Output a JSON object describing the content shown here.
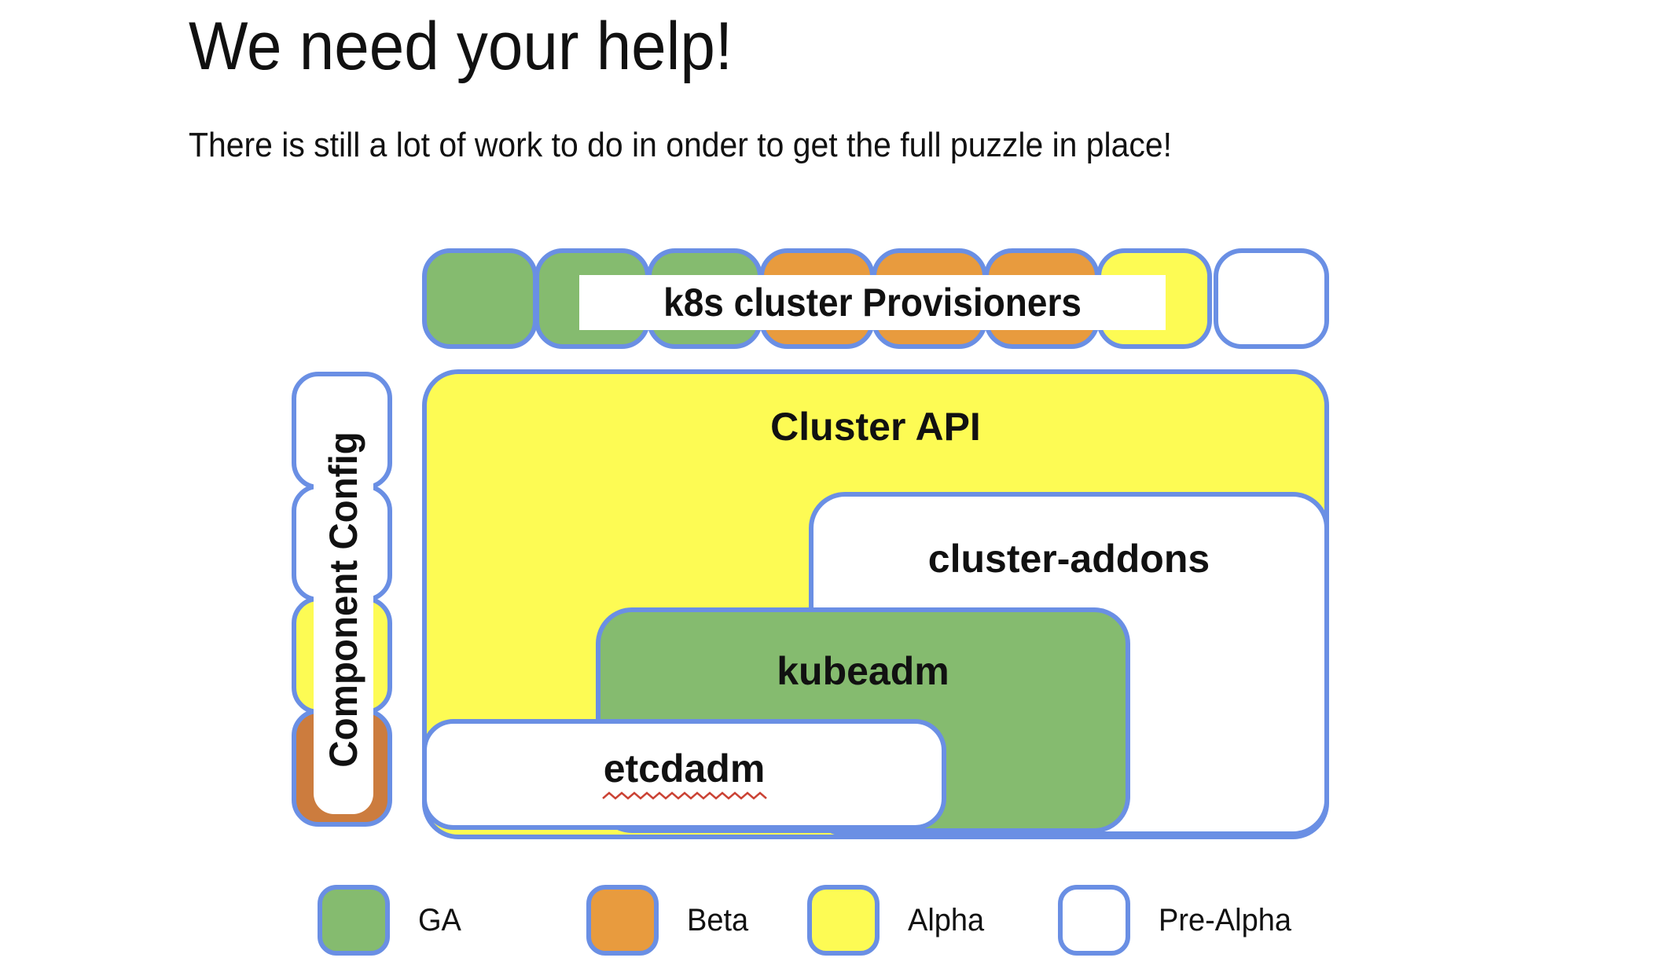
{
  "slide": {
    "title": "We need your help!",
    "subtitle": "There is still a lot of work to do in onder to get the full puzzle in place!"
  },
  "diagram": {
    "provisioners_label": "k8s cluster Provisioners",
    "provisioner_pieces": [
      "GA",
      "GA",
      "GA",
      "Beta",
      "Beta",
      "Beta",
      "Alpha",
      "Pre-Alpha"
    ],
    "component_config": {
      "label": "Component Config",
      "pieces": [
        "Pre-Alpha",
        "Pre-Alpha",
        "Alpha",
        "Beta"
      ]
    },
    "boxes": [
      {
        "id": "cluster-api",
        "label": "Cluster API",
        "status": "Alpha"
      },
      {
        "id": "cluster-addons",
        "label": "cluster-addons",
        "status": "Pre-Alpha"
      },
      {
        "id": "kubeadm",
        "label": "kubeadm",
        "status": "GA"
      },
      {
        "id": "etcdadm",
        "label": "etcdadm",
        "status": "Pre-Alpha",
        "spellcheck_underline": true
      }
    ]
  },
  "legend": [
    {
      "label": "GA",
      "color": "#85BB6F"
    },
    {
      "label": "Beta",
      "color": "#E89B3E"
    },
    {
      "label": "Alpha",
      "color": "#FDFB54"
    },
    {
      "label": "Pre-Alpha",
      "color": "#FFFFFF"
    }
  ],
  "colors": {
    "ga_green": "#85BB6F",
    "beta_orange": "#E89B3E",
    "beta_orange_dark": "#CC7C3E",
    "alpha_yellow": "#FDFB54",
    "pre_alpha_white": "#FFFFFF",
    "border_blue": "#6A8FE4",
    "squiggle_red": "#CB4335",
    "text_black": "#111111"
  }
}
